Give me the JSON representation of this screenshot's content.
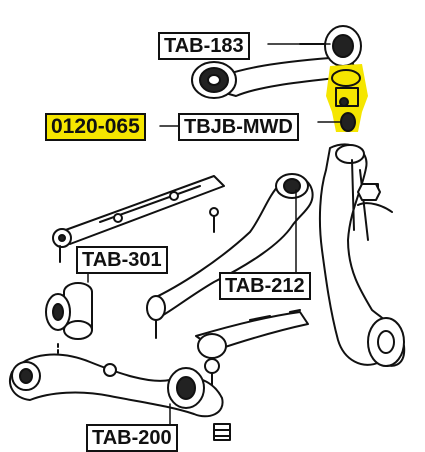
{
  "labels": {
    "tab183": "TAB-183",
    "tbjb": "TBJB-MWD",
    "part0120": "0120-065",
    "tab301": "TAB-301",
    "tab212": "TAB-212",
    "tab200": "TAB-200"
  },
  "colors": {
    "highlight": "#f5e600",
    "line": "#111111",
    "background": "#ffffff"
  }
}
